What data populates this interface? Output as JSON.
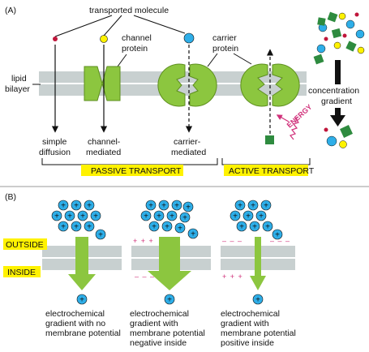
{
  "panel_a": {
    "label": "(A)",
    "transported_molecule": "transported molecule",
    "channel_protein": [
      "channel",
      "protein"
    ],
    "carrier_protein": [
      "carrier",
      "protein"
    ],
    "lipid_bilayer": [
      "lipid",
      "bilayer"
    ],
    "concentration_gradient": [
      "concentration",
      "gradient"
    ],
    "energy": "ENERGY",
    "simple_diffusion": [
      "simple",
      "diffusion"
    ],
    "channel_mediated": [
      "channel-",
      "mediated"
    ],
    "carrier_mediated": [
      "carrier-",
      "mediated"
    ],
    "passive_transport": "PASSIVE TRANSPORT",
    "active_transport": "ACTIVE TRANSPORT"
  },
  "panel_b": {
    "label": "(B)",
    "outside": "OUTSIDE",
    "inside": "INSIDE",
    "ion_sign": "+",
    "plus_row": "+ + +",
    "minus_row": "– – –",
    "captions": [
      [
        "electrochemical",
        "gradient with no",
        "membrane potential"
      ],
      [
        "electrochemical",
        "gradient with",
        "membrane potential",
        "negative inside"
      ],
      [
        "electrochemical",
        "gradient with",
        "membrane potential",
        "positive inside"
      ]
    ]
  },
  "colors": {
    "membrane": "#c8d0d0",
    "membrane_line": "#ffffff",
    "protein": "#8cc63f",
    "protein_stroke": "#5e8f1f",
    "arrow_green": "#8cc63f",
    "ion": "#2eaee8",
    "label_bg": "#fff200",
    "charge": "#d0307a",
    "molecule_red": "#c0163b",
    "molecule_yellow": "#fff200",
    "molecule_blue": "#2eaee8",
    "molecule_green": "#2e8b3f"
  }
}
